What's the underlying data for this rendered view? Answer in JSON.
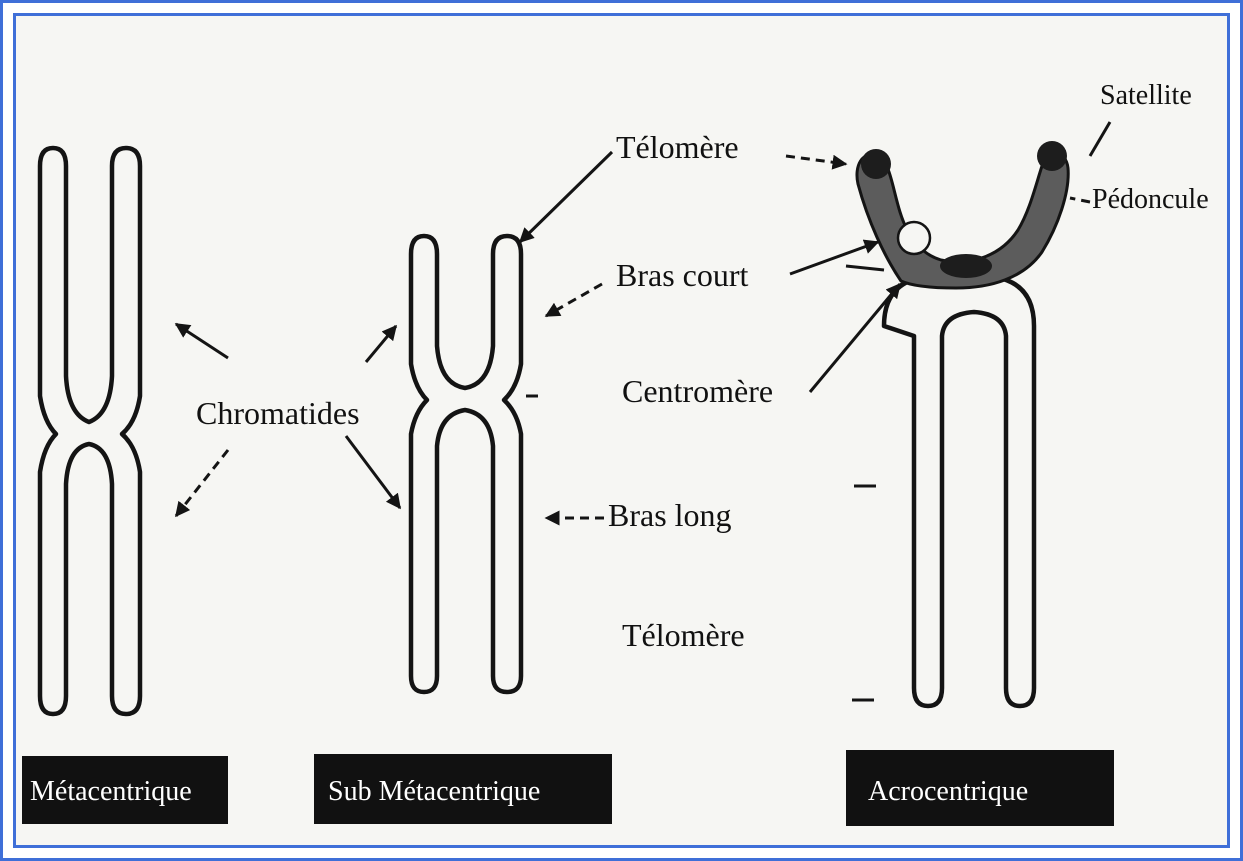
{
  "labels": {
    "telomere_top": "Télomère",
    "bras_court": "Bras court",
    "centromere": "Centromère",
    "bras_long": "Bras long",
    "telomere_bottom": "Télomère",
    "chromatides": "Chromatides",
    "satellite": "Satellite",
    "pedoncule": "Pédoncule"
  },
  "types": {
    "metacentrique": "Métacentrique",
    "sub_metacentrique": "Sub Métacentrique",
    "acrocentrique": "Acrocentrique"
  },
  "colors": {
    "frame_border": "#3f6fd8",
    "ink": "#141414",
    "tag_background": "#111111",
    "paper": "#f6f6f3"
  }
}
